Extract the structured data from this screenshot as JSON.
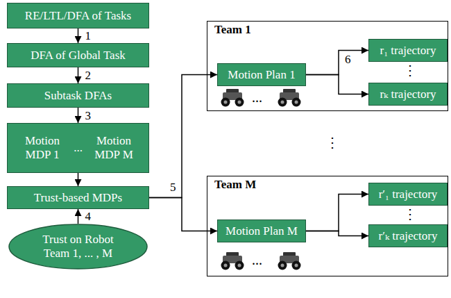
{
  "diagram": {
    "nodes": [
      {
        "text": [
          "RE/LTL/DFA of Tasks"
        ]
      },
      {
        "text": [
          "DFA of Global Task"
        ]
      },
      {
        "text": [
          "Subtask DFAs"
        ]
      },
      {
        "text": [
          "Motion MDP 1",
          "...",
          "Motion MDP M"
        ]
      },
      {
        "text": [
          "Trust-based MDPs"
        ]
      },
      {
        "text": [
          "Trust on Robot Team 1, ... , M"
        ]
      },
      {
        "text": [
          "Team 1"
        ]
      },
      {
        "text": [
          "Motion Plan 1"
        ],
        "in": 6
      },
      {
        "text": [
          "r₁ trajectory"
        ],
        "in": 6
      },
      {
        "text": [
          "rₖ trajectory"
        ],
        "in": 6
      },
      {
        "text": [
          "Team M"
        ]
      },
      {
        "text": [
          "Motion Plan M"
        ],
        "in": 10
      },
      {
        "text": [
          "r′₁ trajectory"
        ],
        "in": 10
      },
      {
        "text": [
          "r′ₖ trajectory"
        ],
        "in": 10
      }
    ],
    "edges": [
      {
        "from": 0,
        "to": 1,
        "arrow": "to",
        "label": "1"
      },
      {
        "from": 1,
        "to": 2,
        "arrow": "to",
        "label": "2"
      },
      {
        "from": 2,
        "to": 3,
        "arrow": "to",
        "label": "3"
      },
      {
        "from": 3,
        "to": 4,
        "arrow": "to"
      },
      {
        "from": 5,
        "to": 4,
        "arrow": "to",
        "label": "4"
      },
      {
        "from": 4,
        "to": 7,
        "arrow": "to",
        "label": "5"
      },
      {
        "from": 4,
        "to": 11,
        "arrow": "to"
      },
      {
        "from": 7,
        "to": 8,
        "arrow": "to",
        "label": "6"
      },
      {
        "from": 7,
        "to": 9,
        "arrow": "to"
      },
      {
        "from": 11,
        "to": 12,
        "arrow": "to"
      },
      {
        "from": 11,
        "to": 13,
        "arrow": "to"
      }
    ],
    "labels": [
      "⋮",
      "...",
      "⋮",
      "⋮",
      "..."
    ]
  }
}
